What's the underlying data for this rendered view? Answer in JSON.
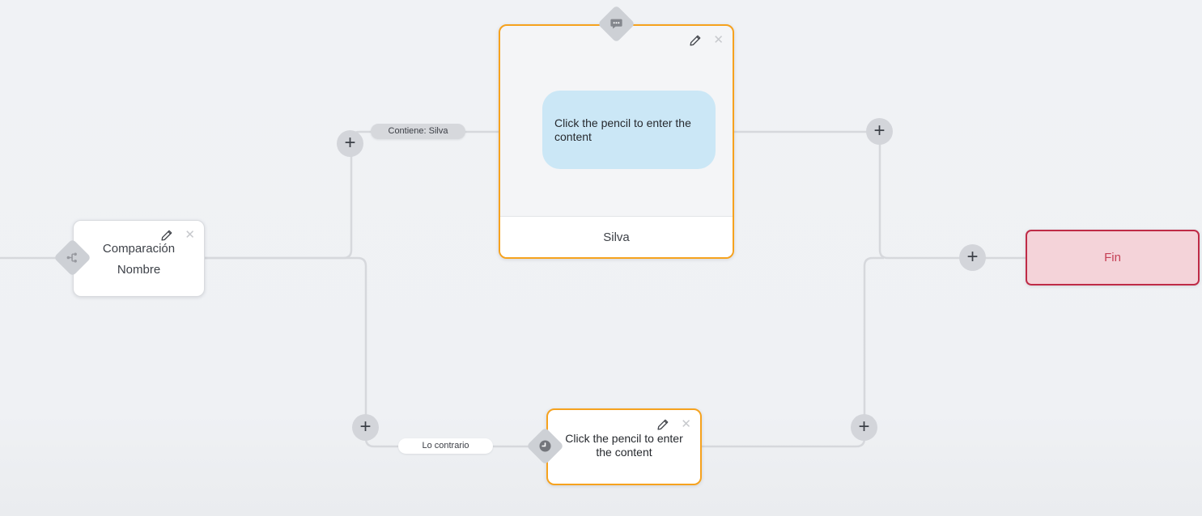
{
  "canvas": {
    "background": "#eff1f4"
  },
  "palette": {
    "edge_line": "#d6d8dc",
    "accent_orange": "#f6a21e",
    "end_border": "#bf2b47",
    "end_background": "#f4d3d9",
    "end_text": "#c54056",
    "bubble_background": "#cbe7f6",
    "diamond_background": "#cdd0d5",
    "plus_background": "#d3d5da"
  },
  "controls": {
    "add_glyph": "+",
    "close_glyph": "✕"
  },
  "edges": {
    "label_top": "Contiene: Silva",
    "label_bottom": "Lo contrario"
  },
  "nodes": {
    "comparison": {
      "title_line1": "Comparación",
      "title_line2": "Nombre",
      "icon": "branch-split-icon"
    },
    "message": {
      "bubble_text": "Click the pencil to enter the content",
      "footer_label": "Silva",
      "icon": "chat-bubble-icon"
    },
    "placeholder": {
      "text": "Click the pencil to enter the content",
      "icon": "clock-icon"
    },
    "end": {
      "label": "Fin"
    }
  }
}
